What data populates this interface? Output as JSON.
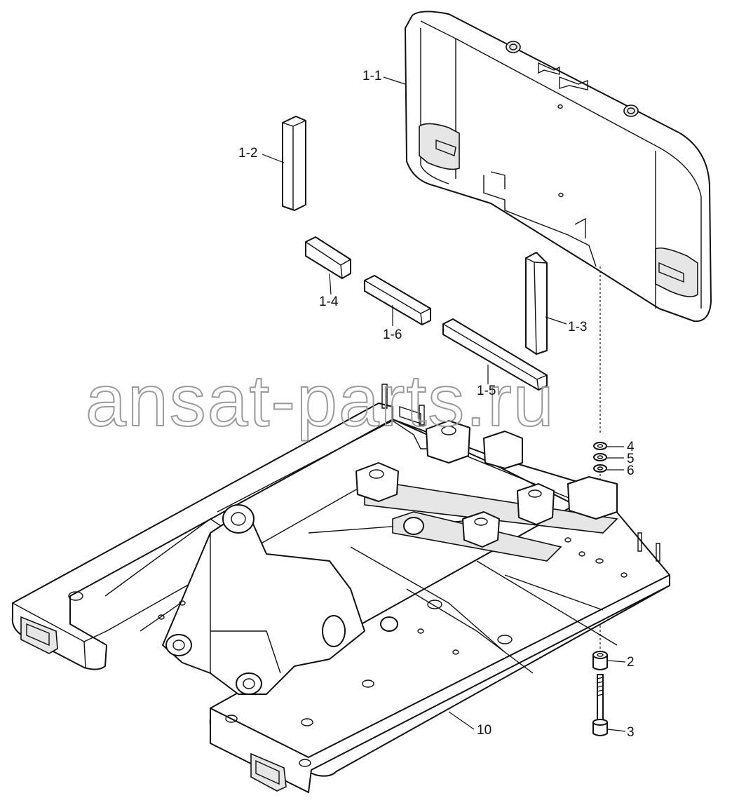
{
  "watermark": "ansat-parts.ru",
  "callouts": {
    "p1_1": "1-1",
    "p1_2": "1-2",
    "p1_3": "1-3",
    "p1_4": "1-4",
    "p1_5": "1-5",
    "p1_6": "1-6",
    "p2": "2",
    "p3": "3",
    "p4": "4",
    "p5": "5",
    "p6": "6",
    "p10": "10"
  }
}
